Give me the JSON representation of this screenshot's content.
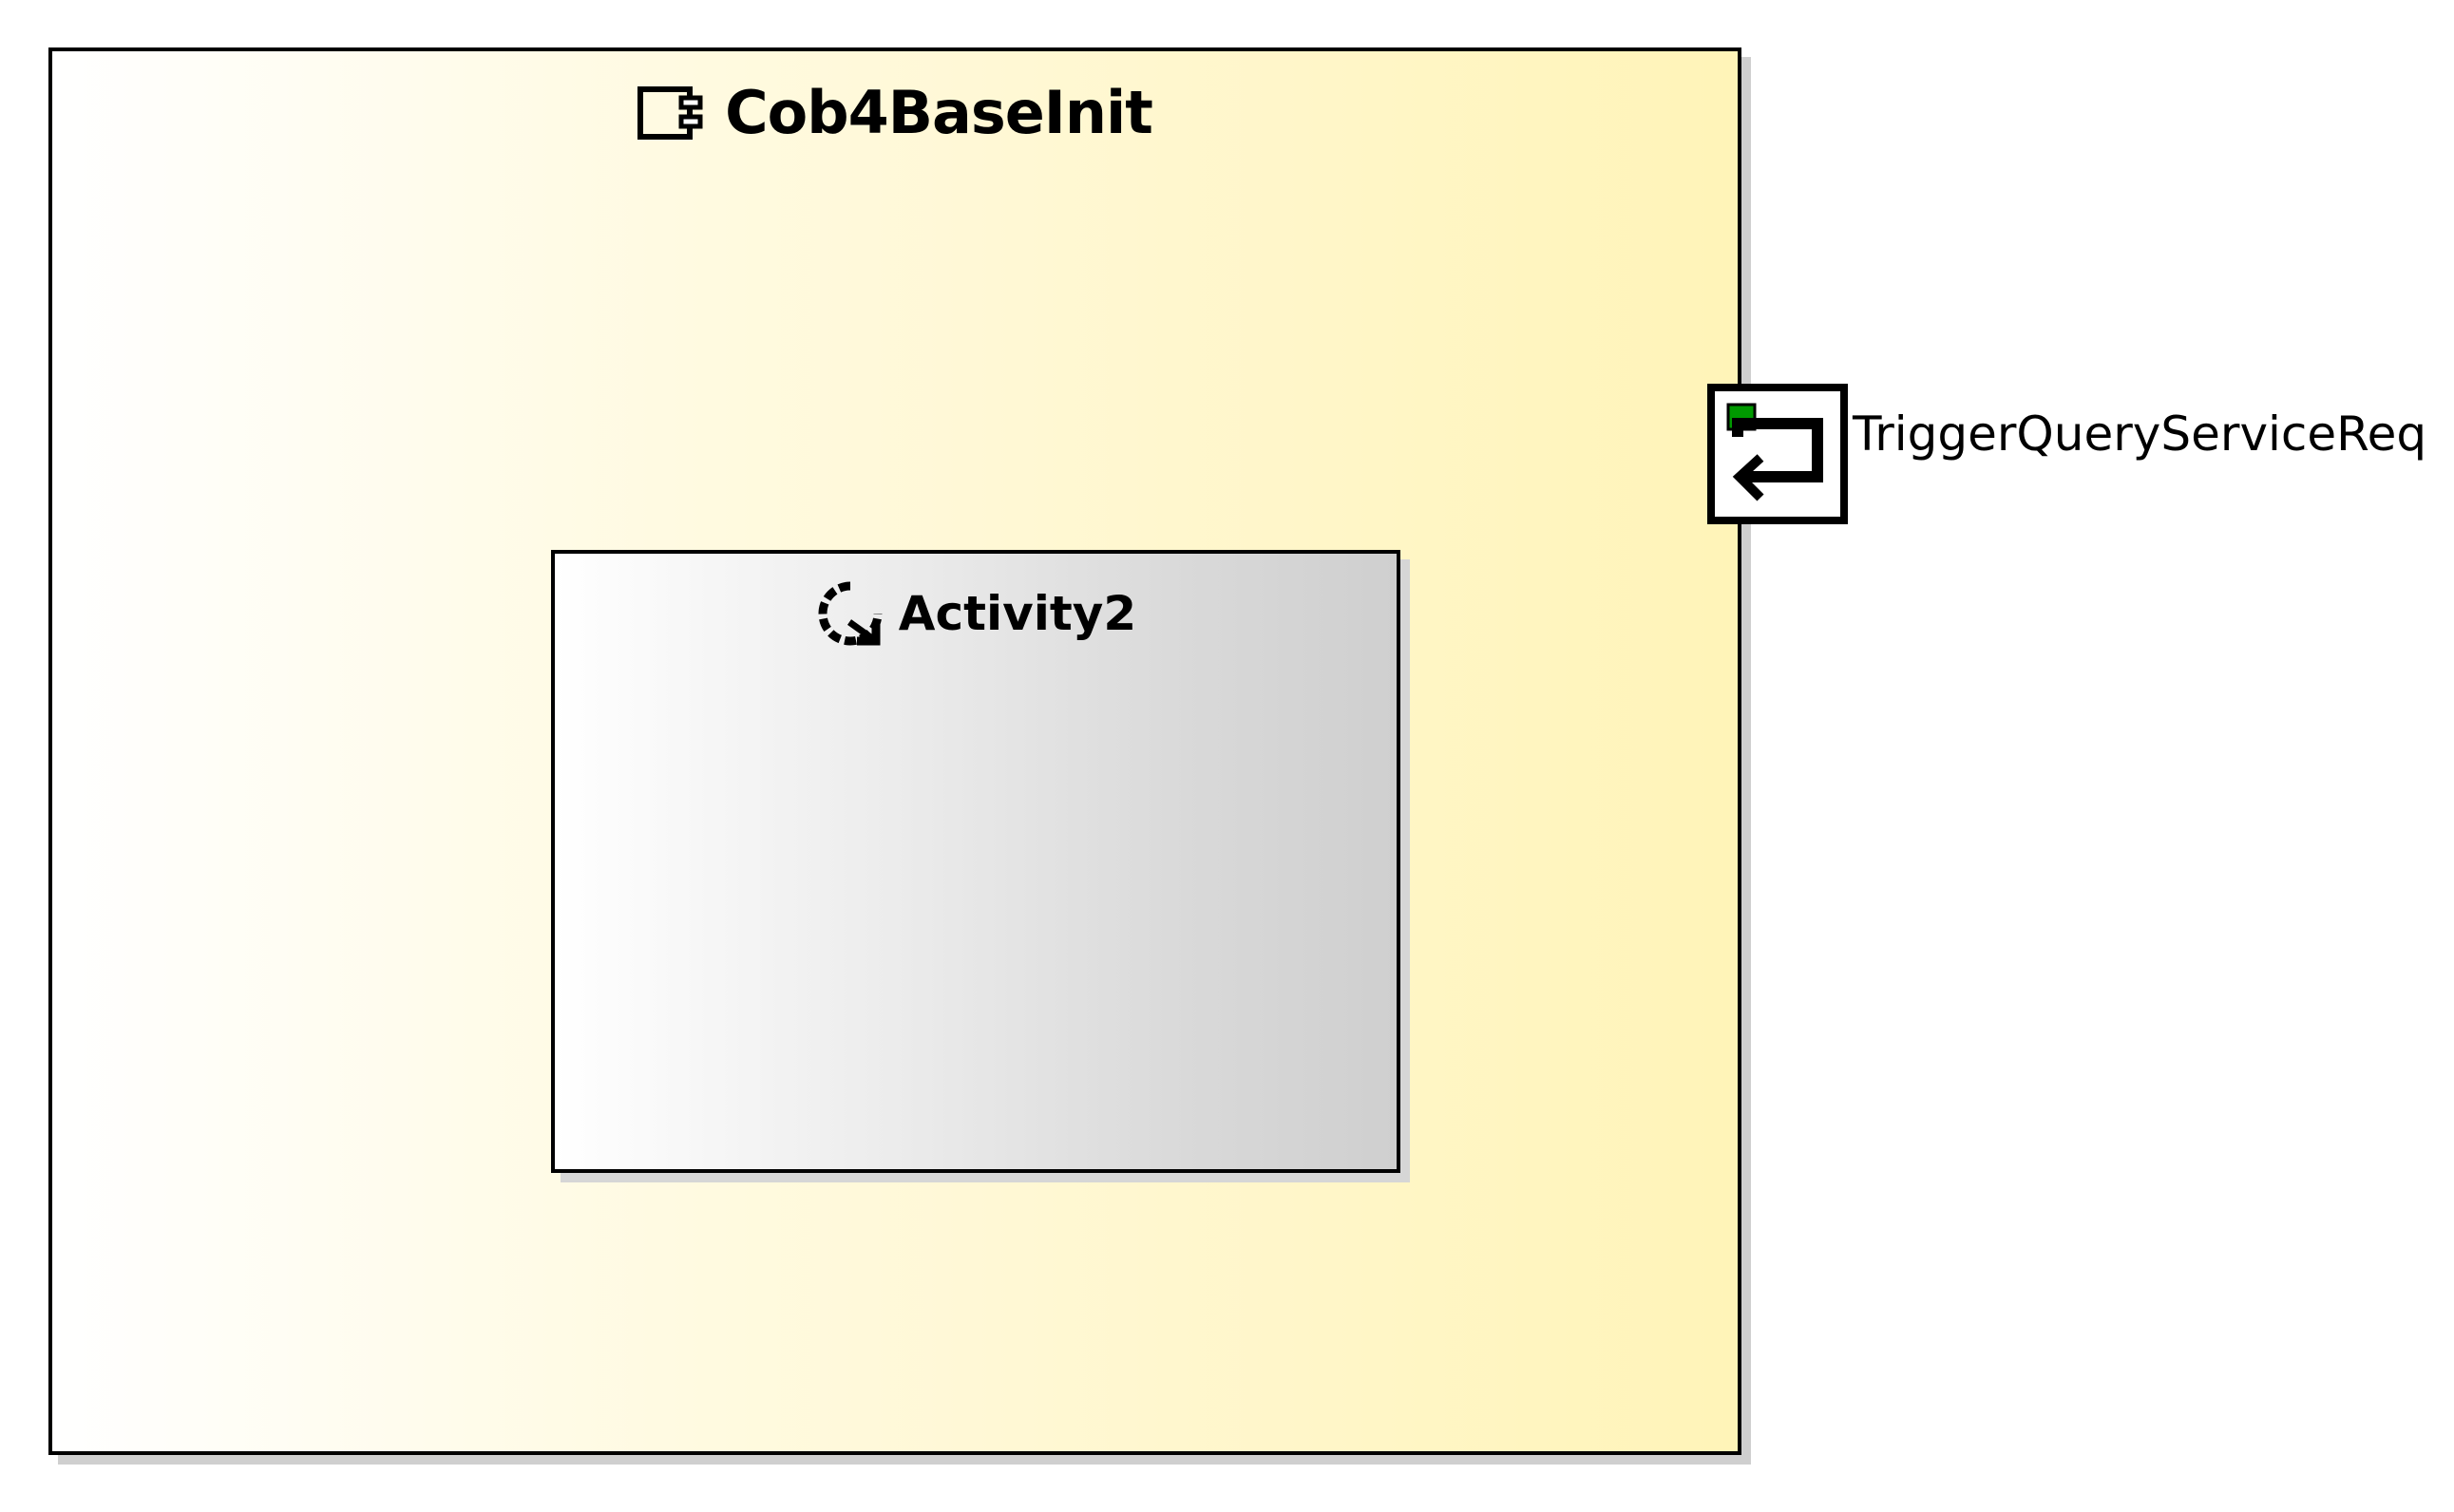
{
  "component": {
    "name": "Cob4BaseInit",
    "icon": "component-icon"
  },
  "activity": {
    "name": "Activity2",
    "icon": "activity-cycle-icon"
  },
  "port": {
    "name": "TriggerQueryServiceReq",
    "icon": "request-port-icon",
    "indicator_color": "#009900"
  },
  "colors": {
    "component_fill_start": "#ffffff",
    "component_fill_end": "#fff4b8",
    "activity_fill_start": "#ffffff",
    "activity_fill_end": "#cfcfcf"
  }
}
